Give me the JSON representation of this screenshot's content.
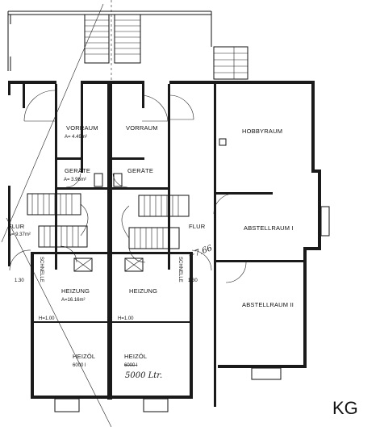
{
  "rooms": {
    "vorraum_left": "VORRAUM",
    "vorraum_left_area": "A= 4.49m²",
    "vorraum_right": "VORRAUM",
    "hobbyraum": "HOBBYRAUM",
    "geraete_left": "GERÄTE",
    "geraete_left_area": "A= 3.96m²",
    "geraete_right": "GERÄTE",
    "flur_left": "FLUR",
    "flur_left_area": "A= 9.37m²",
    "flur_right": "FLUR",
    "abstellraum_1": "ABSTELLRAUM I",
    "abstellraum_2": "ABSTELLRAUM II",
    "heizung_left": "HEIZUNG",
    "heizung_left_area": "A=16.16m²",
    "heizung_right": "HEIZUNG",
    "heizoel_left": "HEIZÖL",
    "heizoel_left_cap": "6000 l",
    "heizoel_right": "HEIZÖL",
    "heizoel_right_cap": "6000 l"
  },
  "annotations": {
    "schnelle_left": "SCHNELLE",
    "schnelle_right": "SCHNELLE",
    "dim_left": "1.30",
    "dim_right": "1.30",
    "h_left": "H=1.00",
    "h_right": "H=1.00",
    "handwritten_level": "+7.66",
    "handwritten_capacity": "5000 Ltr.",
    "floor_code": "KG"
  }
}
